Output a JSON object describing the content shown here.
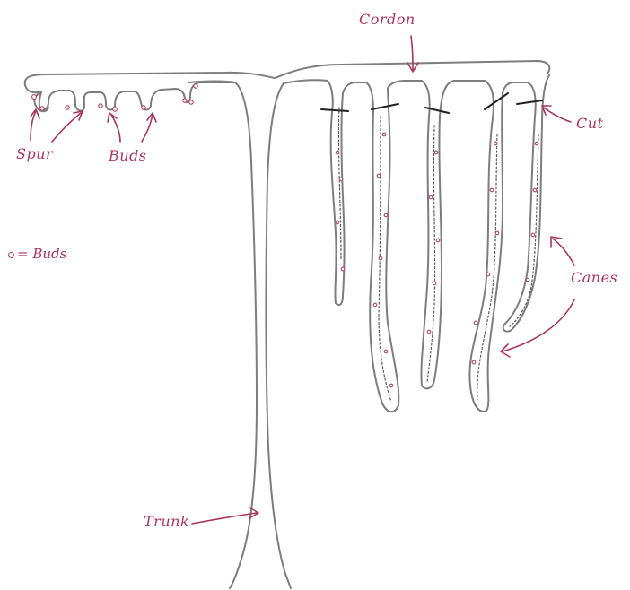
{
  "labels": {
    "cordon": "Cordon",
    "spur": "Spur",
    "buds": "Buds",
    "cut": "Cut",
    "canes": "Canes",
    "trunk": "Trunk"
  },
  "legend": {
    "text": "= Buds"
  },
  "colors": {
    "plant_outline": "#7d7d7d",
    "annotation": "#a8365a",
    "cut_mark": "#222222",
    "bud": "#b2406a"
  }
}
